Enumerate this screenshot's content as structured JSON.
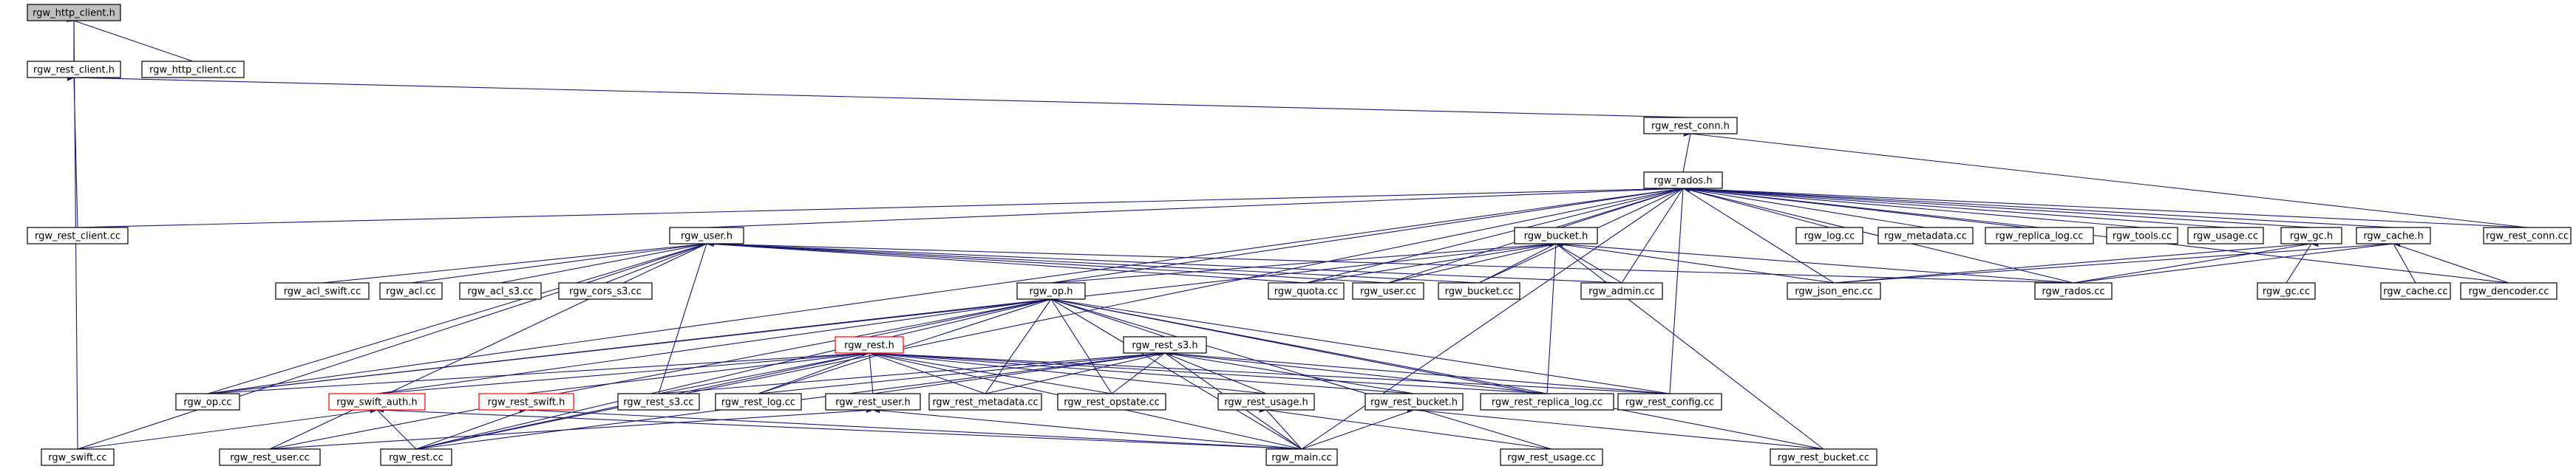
{
  "graph": {
    "nodes": [
      {
        "id": "rgw_http_client_h",
        "label": "rgw_http_client.h",
        "focus": true
      },
      {
        "id": "rgw_rest_client_h",
        "label": "rgw_rest_client.h"
      },
      {
        "id": "rgw_http_client_cc",
        "label": "rgw_http_client.cc"
      },
      {
        "id": "rgw_rest_conn_h",
        "label": "rgw_rest_conn.h"
      },
      {
        "id": "rgw_rados_h",
        "label": "rgw_rados.h"
      },
      {
        "id": "rgw_rest_client_cc",
        "label": "rgw_rest_client.cc"
      },
      {
        "id": "rgw_user_h",
        "label": "rgw_user.h"
      },
      {
        "id": "rgw_bucket_h",
        "label": "rgw_bucket.h"
      },
      {
        "id": "rgw_log_cc",
        "label": "rgw_log.cc"
      },
      {
        "id": "rgw_metadata_cc",
        "label": "rgw_metadata.cc"
      },
      {
        "id": "rgw_replica_log_cc",
        "label": "rgw_replica_log.cc"
      },
      {
        "id": "rgw_tools_cc",
        "label": "rgw_tools.cc"
      },
      {
        "id": "rgw_usage_cc",
        "label": "rgw_usage.cc"
      },
      {
        "id": "rgw_gc_h",
        "label": "rgw_gc.h"
      },
      {
        "id": "rgw_cache_h",
        "label": "rgw_cache.h"
      },
      {
        "id": "rgw_rest_conn_cc",
        "label": "rgw_rest_conn.cc"
      },
      {
        "id": "rgw_acl_swift_cc",
        "label": "rgw_acl_swift.cc"
      },
      {
        "id": "rgw_acl_cc",
        "label": "rgw_acl.cc"
      },
      {
        "id": "rgw_acl_s3_cc",
        "label": "rgw_acl_s3.cc"
      },
      {
        "id": "rgw_cors_s3_cc",
        "label": "rgw_cors_s3.cc"
      },
      {
        "id": "rgw_quota_cc",
        "label": "rgw_quota.cc"
      },
      {
        "id": "rgw_user_cc",
        "label": "rgw_user.cc"
      },
      {
        "id": "rgw_bucket_cc",
        "label": "rgw_bucket.cc"
      },
      {
        "id": "rgw_admin_cc",
        "label": "rgw_admin.cc"
      },
      {
        "id": "rgw_json_enc_cc",
        "label": "rgw_json_enc.cc"
      },
      {
        "id": "rgw_rados_cc",
        "label": "rgw_rados.cc"
      },
      {
        "id": "rgw_gc_cc",
        "label": "rgw_gc.cc"
      },
      {
        "id": "rgw_cache_cc",
        "label": "rgw_cache.cc"
      },
      {
        "id": "rgw_dencoder_cc",
        "label": "rgw_dencoder.cc"
      },
      {
        "id": "rgw_op_h",
        "label": "rgw_op.h"
      },
      {
        "id": "rgw_rest_h",
        "label": "rgw_rest.h",
        "red": true
      },
      {
        "id": "rgw_rest_s3_h",
        "label": "rgw_rest_s3.h"
      },
      {
        "id": "rgw_op_cc",
        "label": "rgw_op.cc"
      },
      {
        "id": "rgw_swift_auth_h",
        "label": "rgw_swift_auth.h",
        "red": true
      },
      {
        "id": "rgw_rest_swift_h",
        "label": "rgw_rest_swift.h",
        "red": true
      },
      {
        "id": "rgw_rest_s3_cc",
        "label": "rgw_rest_s3.cc"
      },
      {
        "id": "rgw_rest_log_cc",
        "label": "rgw_rest_log.cc"
      },
      {
        "id": "rgw_rest_user_h",
        "label": "rgw_rest_user.h"
      },
      {
        "id": "rgw_rest_metadata_cc",
        "label": "rgw_rest_metadata.cc"
      },
      {
        "id": "rgw_rest_opstate_cc",
        "label": "rgw_rest_opstate.cc"
      },
      {
        "id": "rgw_rest_usage_h",
        "label": "rgw_rest_usage.h"
      },
      {
        "id": "rgw_rest_bucket_h",
        "label": "rgw_rest_bucket.h"
      },
      {
        "id": "rgw_rest_replica_log_cc",
        "label": "rgw_rest_replica_log.cc"
      },
      {
        "id": "rgw_rest_config_cc",
        "label": "rgw_rest_config.cc"
      },
      {
        "id": "rgw_swift_cc",
        "label": "rgw_swift.cc"
      },
      {
        "id": "rgw_rest_user_cc",
        "label": "rgw_rest_user.cc"
      },
      {
        "id": "rgw_rest_cc",
        "label": "rgw_rest.cc"
      },
      {
        "id": "rgw_main_cc",
        "label": "rgw_main.cc"
      },
      {
        "id": "rgw_rest_usage_cc",
        "label": "rgw_rest_usage.cc"
      },
      {
        "id": "rgw_rest_bucket_cc",
        "label": "rgw_rest_bucket.cc"
      }
    ],
    "edges": [
      [
        "rgw_http_client_h",
        "rgw_rest_client_h"
      ],
      [
        "rgw_http_client_h",
        "rgw_http_client_cc"
      ],
      [
        "rgw_http_client_h",
        "rgw_swift_cc"
      ],
      [
        "rgw_rest_client_h",
        "rgw_rest_conn_h"
      ],
      [
        "rgw_rest_client_h",
        "rgw_rest_client_cc"
      ],
      [
        "rgw_rest_conn_h",
        "rgw_rados_h"
      ],
      [
        "rgw_rest_conn_h",
        "rgw_rest_conn_cc"
      ],
      [
        "rgw_rados_h",
        "rgw_rest_client_cc"
      ],
      [
        "rgw_rados_h",
        "rgw_user_h"
      ],
      [
        "rgw_rados_h",
        "rgw_bucket_h"
      ],
      [
        "rgw_rados_h",
        "rgw_log_cc"
      ],
      [
        "rgw_rados_h",
        "rgw_metadata_cc"
      ],
      [
        "rgw_rados_h",
        "rgw_replica_log_cc"
      ],
      [
        "rgw_rados_h",
        "rgw_tools_cc"
      ],
      [
        "rgw_rados_h",
        "rgw_usage_cc"
      ],
      [
        "rgw_rados_h",
        "rgw_gc_h"
      ],
      [
        "rgw_rados_h",
        "rgw_cache_h"
      ],
      [
        "rgw_rados_h",
        "rgw_rest_conn_cc"
      ],
      [
        "rgw_rados_h",
        "rgw_op_h"
      ],
      [
        "rgw_rados_h",
        "rgw_quota_cc"
      ],
      [
        "rgw_rados_h",
        "rgw_user_cc"
      ],
      [
        "rgw_rados_h",
        "rgw_bucket_cc"
      ],
      [
        "rgw_rados_h",
        "rgw_admin_cc"
      ],
      [
        "rgw_rados_h",
        "rgw_json_enc_cc"
      ],
      [
        "rgw_rados_h",
        "rgw_rados_cc"
      ],
      [
        "rgw_rados_h",
        "rgw_dencoder_cc"
      ],
      [
        "rgw_rados_h",
        "rgw_op_cc"
      ],
      [
        "rgw_rados_h",
        "rgw_rest_cc"
      ],
      [
        "rgw_rados_h",
        "rgw_main_cc"
      ],
      [
        "rgw_rados_h",
        "rgw_rest_config_cc"
      ],
      [
        "rgw_user_h",
        "rgw_acl_swift_cc"
      ],
      [
        "rgw_user_h",
        "rgw_acl_cc"
      ],
      [
        "rgw_user_h",
        "rgw_acl_s3_cc"
      ],
      [
        "rgw_user_h",
        "rgw_cors_s3_cc"
      ],
      [
        "rgw_user_h",
        "rgw_quota_cc"
      ],
      [
        "rgw_user_h",
        "rgw_user_cc"
      ],
      [
        "rgw_user_h",
        "rgw_bucket_cc"
      ],
      [
        "rgw_user_h",
        "rgw_admin_cc"
      ],
      [
        "rgw_user_h",
        "rgw_op_cc"
      ],
      [
        "rgw_user_h",
        "rgw_rest_s3_cc"
      ],
      [
        "rgw_user_h",
        "rgw_swift_cc"
      ],
      [
        "rgw_user_h",
        "rgw_rest_user_cc"
      ],
      [
        "rgw_user_h",
        "rgw_rados_cc"
      ],
      [
        "rgw_bucket_h",
        "rgw_op_h"
      ],
      [
        "rgw_bucket_h",
        "rgw_quota_cc"
      ],
      [
        "rgw_bucket_h",
        "rgw_user_cc"
      ],
      [
        "rgw_bucket_h",
        "rgw_bucket_cc"
      ],
      [
        "rgw_bucket_h",
        "rgw_admin_cc"
      ],
      [
        "rgw_bucket_h",
        "rgw_json_enc_cc"
      ],
      [
        "rgw_bucket_h",
        "rgw_rados_cc"
      ],
      [
        "rgw_bucket_h",
        "rgw_rest_replica_log_cc"
      ],
      [
        "rgw_bucket_h",
        "rgw_rest_bucket_cc"
      ],
      [
        "rgw_bucket_h",
        "rgw_op_cc"
      ],
      [
        "rgw_gc_h",
        "rgw_gc_cc"
      ],
      [
        "rgw_gc_h",
        "rgw_rados_cc"
      ],
      [
        "rgw_gc_h",
        "rgw_json_enc_cc"
      ],
      [
        "rgw_cache_h",
        "rgw_cache_cc"
      ],
      [
        "rgw_cache_h",
        "rgw_dencoder_cc"
      ],
      [
        "rgw_cache_h",
        "rgw_rados_cc"
      ],
      [
        "rgw_cache_h",
        "rgw_json_enc_cc"
      ],
      [
        "rgw_op_h",
        "rgw_rest_h"
      ],
      [
        "rgw_op_h",
        "rgw_rest_s3_h"
      ],
      [
        "rgw_op_h",
        "rgw_op_cc"
      ],
      [
        "rgw_op_h",
        "rgw_rest_cc"
      ],
      [
        "rgw_op_h",
        "rgw_main_cc"
      ],
      [
        "rgw_op_h",
        "rgw_rest_metadata_cc"
      ],
      [
        "rgw_op_h",
        "rgw_rest_opstate_cc"
      ],
      [
        "rgw_op_h",
        "rgw_rest_log_cc"
      ],
      [
        "rgw_op_h",
        "rgw_rest_config_cc"
      ],
      [
        "rgw_op_h",
        "rgw_rest_replica_log_cc"
      ],
      [
        "rgw_op_h",
        "rgw_rest_user_cc"
      ],
      [
        "rgw_op_h",
        "rgw_swift_auth_h"
      ],
      [
        "rgw_op_h",
        "rgw_rest_usage_cc"
      ],
      [
        "rgw_op_h",
        "rgw_rest_bucket_cc"
      ],
      [
        "rgw_rest_h",
        "rgw_op_cc"
      ],
      [
        "rgw_rest_h",
        "rgw_swift_auth_h"
      ],
      [
        "rgw_rest_h",
        "rgw_rest_swift_h"
      ],
      [
        "rgw_rest_h",
        "rgw_rest_s3_cc"
      ],
      [
        "rgw_rest_h",
        "rgw_rest_log_cc"
      ],
      [
        "rgw_rest_h",
        "rgw_rest_user_h"
      ],
      [
        "rgw_rest_h",
        "rgw_rest_metadata_cc"
      ],
      [
        "rgw_rest_h",
        "rgw_rest_opstate_cc"
      ],
      [
        "rgw_rest_h",
        "rgw_rest_usage_h"
      ],
      [
        "rgw_rest_h",
        "rgw_rest_bucket_h"
      ],
      [
        "rgw_rest_h",
        "rgw_rest_replica_log_cc"
      ],
      [
        "rgw_rest_h",
        "rgw_rest_config_cc"
      ],
      [
        "rgw_rest_h",
        "rgw_rest_cc"
      ],
      [
        "rgw_rest_h",
        "rgw_main_cc"
      ],
      [
        "rgw_rest_s3_h",
        "rgw_rest_s3_cc"
      ],
      [
        "rgw_rest_s3_h",
        "rgw_rest_log_cc"
      ],
      [
        "rgw_rest_s3_h",
        "rgw_rest_metadata_cc"
      ],
      [
        "rgw_rest_s3_h",
        "rgw_rest_opstate_cc"
      ],
      [
        "rgw_rest_s3_h",
        "rgw_rest_user_h"
      ],
      [
        "rgw_rest_s3_h",
        "rgw_rest_usage_h"
      ],
      [
        "rgw_rest_s3_h",
        "rgw_rest_bucket_h"
      ],
      [
        "rgw_rest_s3_h",
        "rgw_rest_replica_log_cc"
      ],
      [
        "rgw_rest_s3_h",
        "rgw_rest_config_cc"
      ],
      [
        "rgw_rest_s3_h",
        "rgw_rest_cc"
      ],
      [
        "rgw_rest_s3_h",
        "rgw_main_cc"
      ],
      [
        "rgw_swift_auth_h",
        "rgw_swift_cc"
      ],
      [
        "rgw_swift_auth_h",
        "rgw_rest_cc"
      ],
      [
        "rgw_swift_auth_h",
        "rgw_main_cc"
      ],
      [
        "rgw_rest_swift_h",
        "rgw_rest_cc"
      ],
      [
        "rgw_rest_swift_h",
        "rgw_main_cc"
      ],
      [
        "rgw_rest_user_h",
        "rgw_rest_user_cc"
      ],
      [
        "rgw_rest_user_h",
        "rgw_main_cc"
      ],
      [
        "rgw_rest_usage_h",
        "rgw_main_cc"
      ],
      [
        "rgw_rest_usage_h",
        "rgw_rest_usage_cc"
      ],
      [
        "rgw_rest_bucket_h",
        "rgw_main_cc"
      ],
      [
        "rgw_rest_bucket_h",
        "rgw_rest_bucket_cc"
      ]
    ]
  }
}
